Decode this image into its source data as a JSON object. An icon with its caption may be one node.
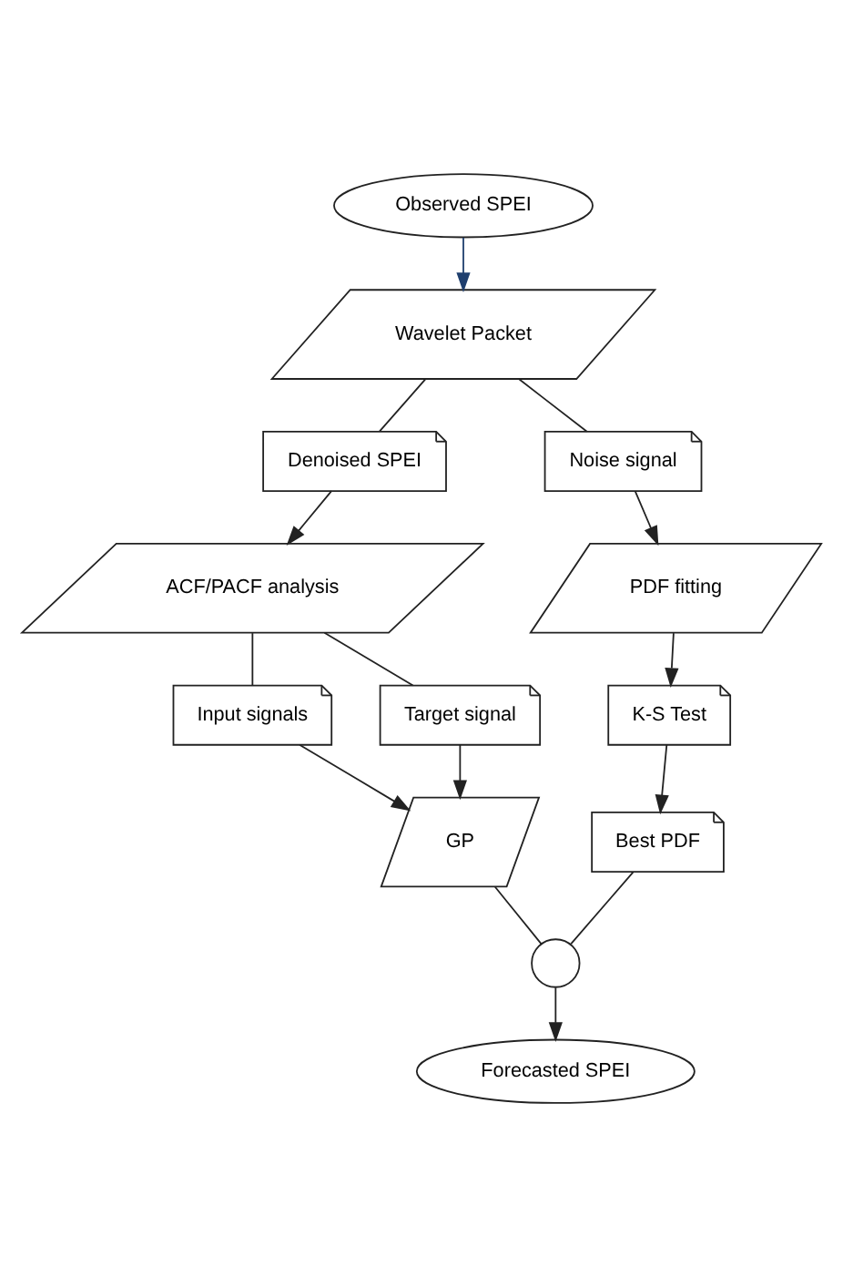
{
  "diagram": {
    "nodes": [
      {
        "text": [
          "Observed SPEI"
        ]
      },
      {
        "text": [
          "Wavelet Packet"
        ]
      },
      {
        "text": [
          "Denoised SPEI"
        ]
      },
      {
        "text": [
          "Noise signal"
        ]
      },
      {
        "text": [
          "ACF/PACF analysis"
        ]
      },
      {
        "text": [
          "PDF fitting"
        ]
      },
      {
        "text": [
          "Input signals"
        ]
      },
      {
        "text": [
          "Target signal"
        ]
      },
      {
        "text": [
          "K-S Test"
        ]
      },
      {
        "text": [
          "GP"
        ]
      },
      {
        "text": [
          "Best PDF"
        ]
      },
      {
        "text": [],
        "shape": "circle"
      },
      {
        "text": [
          "Forecasted SPEI"
        ]
      }
    ],
    "edges": [
      {
        "from": 0,
        "to": 1,
        "arrow": "to",
        "color": "#1f3f6e"
      },
      {
        "from": 1,
        "to": 2,
        "arrow": "none"
      },
      {
        "from": 1,
        "to": 3,
        "arrow": "none"
      },
      {
        "from": 2,
        "to": 4,
        "arrow": "to"
      },
      {
        "from": 3,
        "to": 5,
        "arrow": "to"
      },
      {
        "from": 4,
        "to": 6,
        "arrow": "none"
      },
      {
        "from": 4,
        "to": 7,
        "arrow": "none"
      },
      {
        "from": 5,
        "to": 8,
        "arrow": "to"
      },
      {
        "from": 6,
        "to": 9,
        "arrow": "to"
      },
      {
        "from": 7,
        "to": 9,
        "arrow": "to"
      },
      {
        "from": 8,
        "to": 10,
        "arrow": "to"
      },
      {
        "from": 9,
        "to": 11,
        "arrow": "none"
      },
      {
        "from": 10,
        "to": 11,
        "arrow": "none"
      },
      {
        "from": 11,
        "to": 12,
        "arrow": "to"
      }
    ]
  }
}
